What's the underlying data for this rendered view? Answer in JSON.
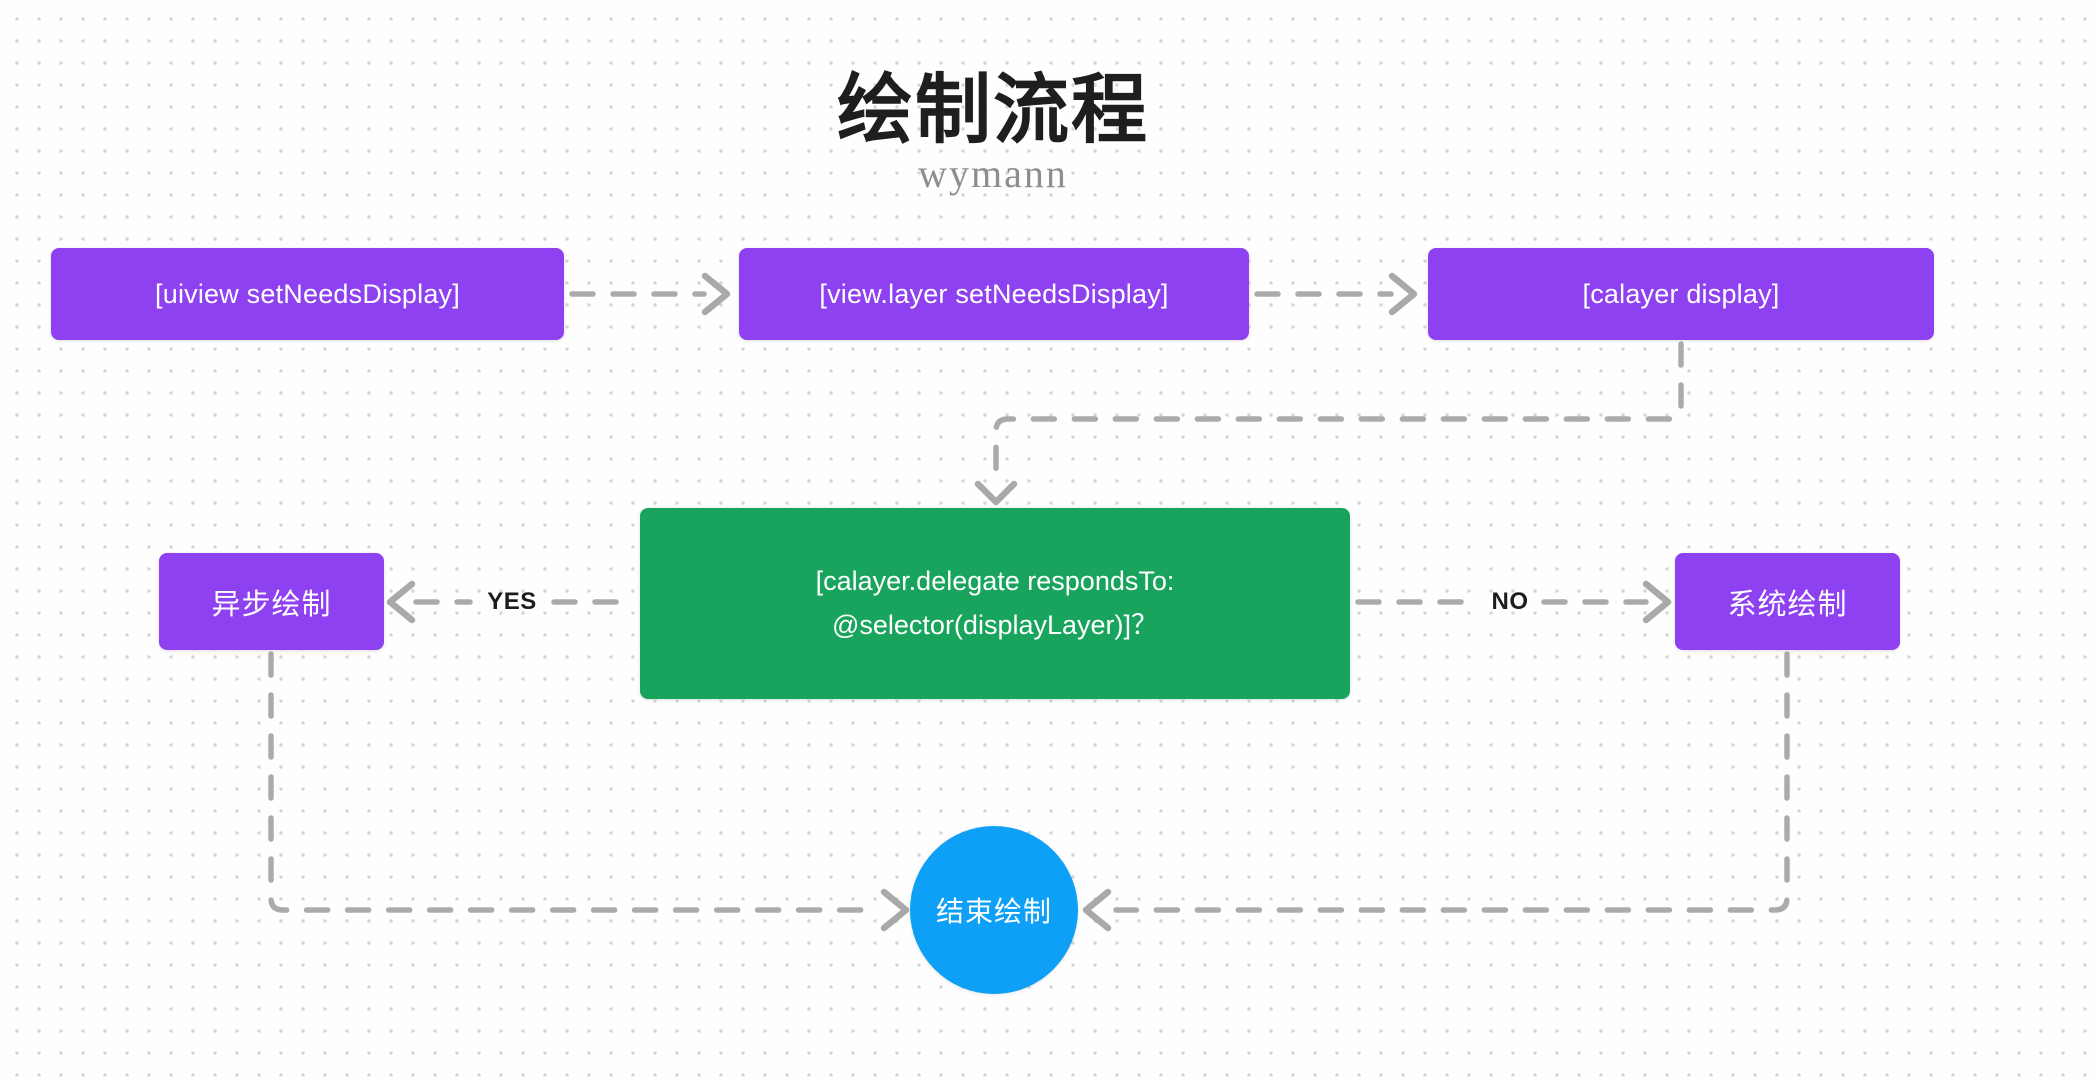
{
  "header": {
    "title": "绘制流程",
    "subtitle": "wymann"
  },
  "nodes": {
    "uiview": {
      "label": "[uiview setNeedsDisplay]"
    },
    "viewlayer": {
      "label": "[view.layer setNeedsDisplay]"
    },
    "calayer": {
      "label": "[calayer display]"
    },
    "delegate": {
      "label_line1": "[calayer.delegate respondsTo:",
      "label_line2": "@selector(displayLayer)]？"
    },
    "async": {
      "label": "异步绘制"
    },
    "system": {
      "label": "系统绘制"
    },
    "end": {
      "label": "结束绘制"
    }
  },
  "edges": {
    "yes_label": "YES",
    "no_label": "NO"
  },
  "colors": {
    "node_purple": "#8d41f0",
    "node_green": "#18a45d",
    "node_blue": "#0da0f6",
    "connector_gray": "#ababab",
    "edge_label_text": "#1d1d1f",
    "title_text": "#1d1e20",
    "subtitle_text": "#8e8e8e",
    "grid_dot": "#d7d7d7",
    "background": "#fefefe"
  }
}
